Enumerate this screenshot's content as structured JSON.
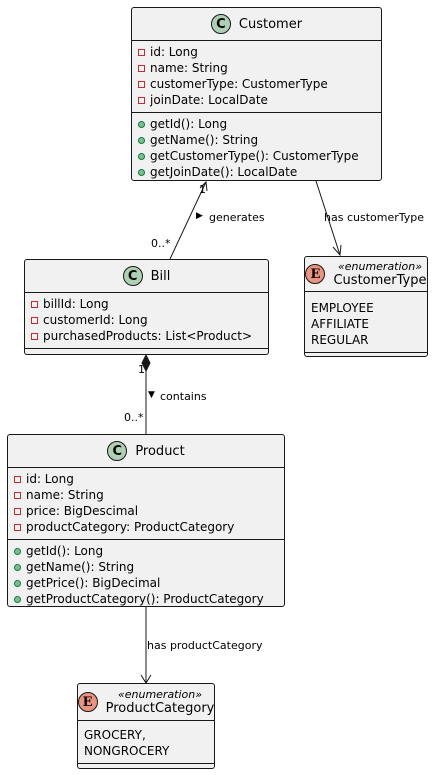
{
  "classes": {
    "customer": {
      "badge": "C",
      "name": "Customer",
      "attributes": [
        {
          "visibility": "private",
          "text": "id: Long"
        },
        {
          "visibility": "private",
          "text": "name: String"
        },
        {
          "visibility": "private",
          "text": "customerType: CustomerType"
        },
        {
          "visibility": "private",
          "text": "joinDate: LocalDate"
        }
      ],
      "methods": [
        {
          "visibility": "public",
          "text": "getId(): Long"
        },
        {
          "visibility": "public",
          "text": "getName(): String"
        },
        {
          "visibility": "public",
          "text": "getCustomerType(): CustomerType"
        },
        {
          "visibility": "public",
          "text": "getJoinDate(): LocalDate"
        }
      ]
    },
    "bill": {
      "badge": "C",
      "name": "Bill",
      "attributes": [
        {
          "visibility": "private",
          "text": "billId: Long"
        },
        {
          "visibility": "private",
          "text": "customerId: Long"
        },
        {
          "visibility": "private",
          "text": "purchasedProducts: List<Product>"
        }
      ]
    },
    "product": {
      "badge": "C",
      "name": "Product",
      "attributes": [
        {
          "visibility": "private",
          "text": "id: Long"
        },
        {
          "visibility": "private",
          "text": "name: String"
        },
        {
          "visibility": "private",
          "text": "price: BigDescimal"
        },
        {
          "visibility": "private",
          "text": "productCategory: ProductCategory"
        }
      ],
      "methods": [
        {
          "visibility": "public",
          "text": "getId(): Long"
        },
        {
          "visibility": "public",
          "text": "getName(): String"
        },
        {
          "visibility": "public",
          "text": "getPrice(): BigDecimal"
        },
        {
          "visibility": "public",
          "text": "getProductCategory(): ProductCategory"
        }
      ]
    },
    "customer_type": {
      "badge": "E",
      "stereotype": "«enumeration»",
      "name": "CustomerType",
      "values": [
        "EMPLOYEE",
        "AFFILIATE",
        "REGULAR"
      ]
    },
    "product_category": {
      "badge": "E",
      "stereotype": "«enumeration»",
      "name": "ProductCategory",
      "values": [
        "GROCERY,",
        "NONGROCERY"
      ]
    }
  },
  "relations": {
    "generates": {
      "label": "generates",
      "direction_glyph": "▶",
      "mult_bill": "0..*",
      "mult_customer": "1"
    },
    "has_customer_type": {
      "label": "has customerType"
    },
    "contains": {
      "label": "contains",
      "direction_glyph": "▼",
      "mult_bill": "1",
      "mult_product": "0..*"
    },
    "has_product_category": {
      "label": "has productCategory"
    }
  },
  "colors": {
    "class_fill": "#f1f1f1",
    "border": "#181818",
    "class_badge": "#add1b2",
    "enum_badge": "#eb937f",
    "private_marker": "#c82930",
    "public_marker": "#84be84"
  }
}
